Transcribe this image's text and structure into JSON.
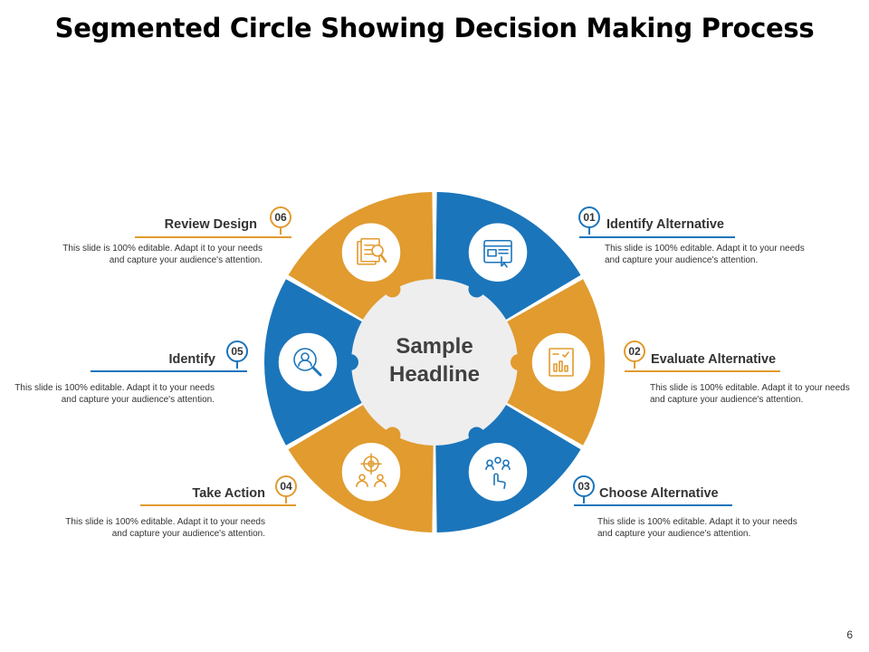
{
  "title": "Segmented Circle Showing Decision Making Process",
  "center": {
    "line1": "Sample",
    "line2": "Headline"
  },
  "page_number": "6",
  "colors": {
    "blue": "#1b75bb",
    "orange": "#e19b2f",
    "center_fill": "#eeeeee"
  },
  "steps": [
    {
      "number": "01",
      "label": "Identify Alternative",
      "description": "This slide is 100% editable.  Adapt it to your needs and capture your audience's attention.",
      "color": "#1b75bb",
      "icon": "browser-window-icon"
    },
    {
      "number": "02",
      "label": "Evaluate Alternative",
      "description": "This slide is 100% editable.  Adapt it to your needs and capture your audience's attention.",
      "color": "#e19b2f",
      "icon": "evaluation-chart-icon"
    },
    {
      "number": "03",
      "label": "Choose  Alternative",
      "description": "This slide is 100% editable.  Adapt it to your needs and capture your audience's attention.",
      "color": "#1b75bb",
      "icon": "hand-choosing-people-icon"
    },
    {
      "number": "04",
      "label": "Take Action",
      "description": "This slide is 100% editable.  Adapt it to your needs and capture your audience's attention.",
      "color": "#e19b2f",
      "icon": "target-team-icon"
    },
    {
      "number": "05",
      "label": "Identify",
      "description": "This slide is 100% editable.  Adapt it to your needs and capture your audience's attention.",
      "color": "#1b75bb",
      "icon": "magnifier-person-icon"
    },
    {
      "number": "06",
      "label": "Review Design",
      "description": "This slide is 100% editable.  Adapt it to your needs and capture your audience's attention.",
      "color": "#e19b2f",
      "icon": "document-review-icon"
    }
  ]
}
